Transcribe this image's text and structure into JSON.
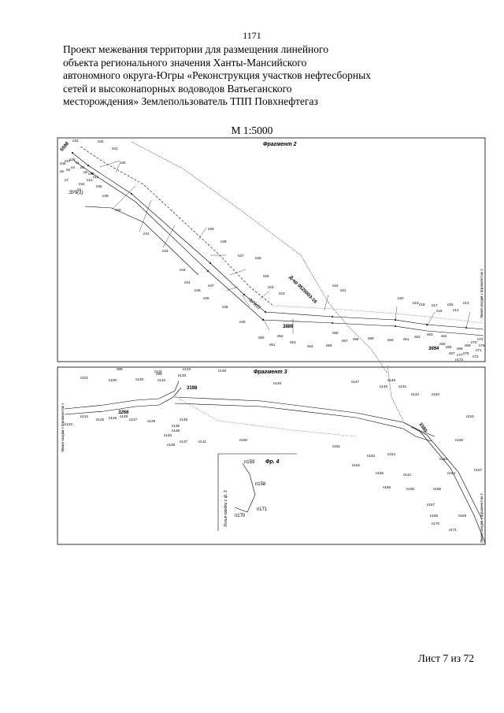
{
  "header": {
    "page_number": "1171",
    "title_lines": [
      "Проект межевания территории для размещения линейного",
      "объекта регионального значения Ханты-Мансийского",
      "автономного округа-Югры «Реконструкция участков нефтесборных",
      "сетей и высоконапорных водоводов Ватьеганского",
      "месторождения» Землепользователь ТПП Повхнефтегаз"
    ]
  },
  "map": {
    "scale": "М 1:5000",
    "fragment_2": {
      "title": "Фрагмент 2",
      "edge_label_right": "Линия сводки с фрагментом 1",
      "parcel_labels": [
        ":ЗУ9(1)",
        ":ЗУ9(2)"
      ],
      "cadastral_labels": [
        "5598",
        "3886",
        "3694"
      ],
      "road_label": "Д-ар 0525003-16",
      "points": [
        "п1",
        "п3",
        "п4",
        "п5",
        "п6",
        "п7",
        "п8",
        "п9",
        "п10",
        "п11",
        "п12",
        "п13",
        "п14",
        "п15",
        "п16",
        "п17",
        "п18",
        "п19",
        "п20",
        "п21",
        "п22",
        "п23",
        "п24",
        "п25",
        "п26",
        "п27",
        "п28",
        "п29",
        "п30",
        "п31",
        "п32",
        "п33",
        "п34",
        "п35",
        "п36",
        "п37",
        "п38",
        "п39",
        "п40",
        "п41",
        "п42",
        "п43",
        "п44",
        "п45",
        "п46",
        "п47",
        "п48",
        "п49",
        "п50",
        "п51",
        "п52",
        "п53",
        "п54",
        "п55",
        "п56",
        "п57",
        "п58",
        "п59",
        "п60",
        "п61",
        "п62",
        "п63",
        "п64",
        "п65",
        "п66",
        "п67",
        "п68",
        "п69",
        "п70",
        "п71",
        "п72",
        "п73",
        "п75",
        "п76",
        "п77",
        "п173"
      ]
    },
    "fragment_3": {
      "title": "Фрагмент 3",
      "edge_label_left": "Линия сводки с фрагментом 1",
      "edge_label_right": "Линия сводки с фрагментом 4",
      "cadastral_labels": [
        "3198",
        "3266",
        "3380"
      ],
      "points": [
        "п98",
        "п99",
        "п100",
        "п101",
        "п123",
        "п124",
        "п125",
        "п126",
        "п127",
        "п128",
        "п129",
        "п130",
        "п131",
        "п132",
        "п133",
        "п134",
        "п135",
        "п136",
        "п137",
        "п138",
        "п139",
        "п140",
        "п141",
        "п142",
        "п143",
        "п144",
        "п145",
        "п146",
        "п147",
        "п148",
        "п149",
        "п150",
        "п151",
        "п152",
        "п153",
        "п154",
        "п155",
        "п156",
        "п157",
        "п160",
        "п161",
        "п162",
        "п163",
        "п164",
        "п165",
        "п166",
        "п167",
        "п168",
        "п169",
        "п170",
        "п171"
      ]
    },
    "fragment_4": {
      "title": "Фр. 4",
      "edge_label": "Линия сводки с ф. 3",
      "points": [
        "п159",
        "п158",
        "п171",
        "п170"
      ]
    }
  },
  "footer": {
    "sheet": "Лист 7 из 72"
  }
}
